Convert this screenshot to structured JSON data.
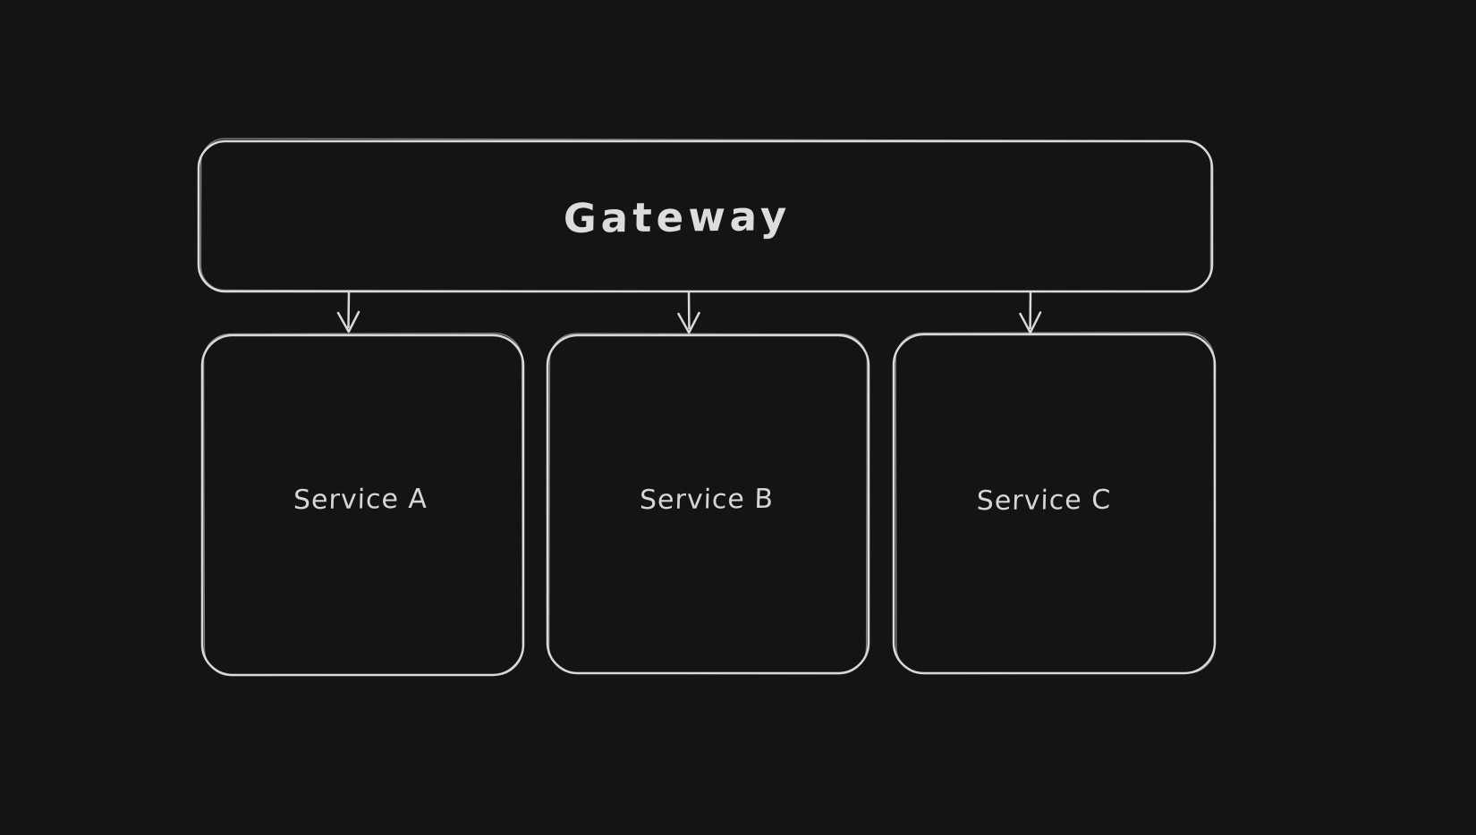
{
  "canvas": {
    "background_color": "#141414",
    "stroke_color": "#d9d9d9",
    "text_color": "#d6d6d6"
  },
  "nodes": [
    {
      "id": "gateway",
      "label": "Gateway"
    },
    {
      "id": "service-a",
      "label": "Service A"
    },
    {
      "id": "service-b",
      "label": "Service B"
    },
    {
      "id": "service-c",
      "label": "Service C"
    }
  ],
  "edges": [
    {
      "from": "gateway",
      "to": "service-a"
    },
    {
      "from": "gateway",
      "to": "service-b"
    },
    {
      "from": "gateway",
      "to": "service-c"
    }
  ]
}
